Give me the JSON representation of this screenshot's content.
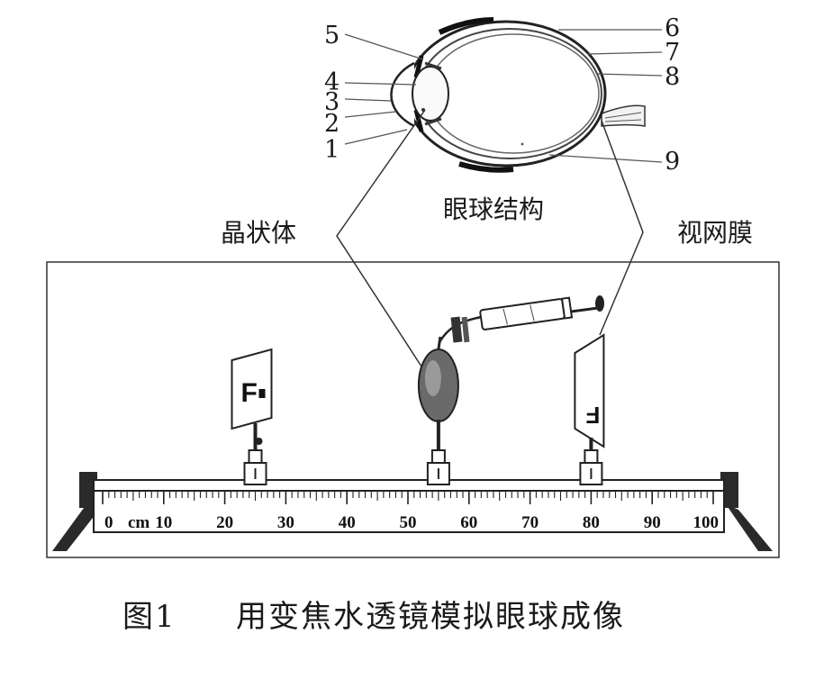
{
  "eye_diagram": {
    "part_numbers": [
      "1",
      "2",
      "3",
      "4",
      "5",
      "6",
      "7",
      "8",
      "9"
    ],
    "title": "眼球结构"
  },
  "callouts": {
    "lens_label": "晶状体",
    "retina_label": "视网膜"
  },
  "bench": {
    "scale_unit": "cm",
    "scale_labels": [
      "0",
      "10",
      "20",
      "30",
      "40",
      "50",
      "60",
      "70",
      "80",
      "90",
      "100"
    ],
    "object_letter": "F",
    "object_position_cm": 25,
    "lens_position_cm": 55,
    "screen_position_cm": 80
  },
  "caption": {
    "figure_number": "图1",
    "text": "用变焦水透镜模拟眼球成像"
  }
}
